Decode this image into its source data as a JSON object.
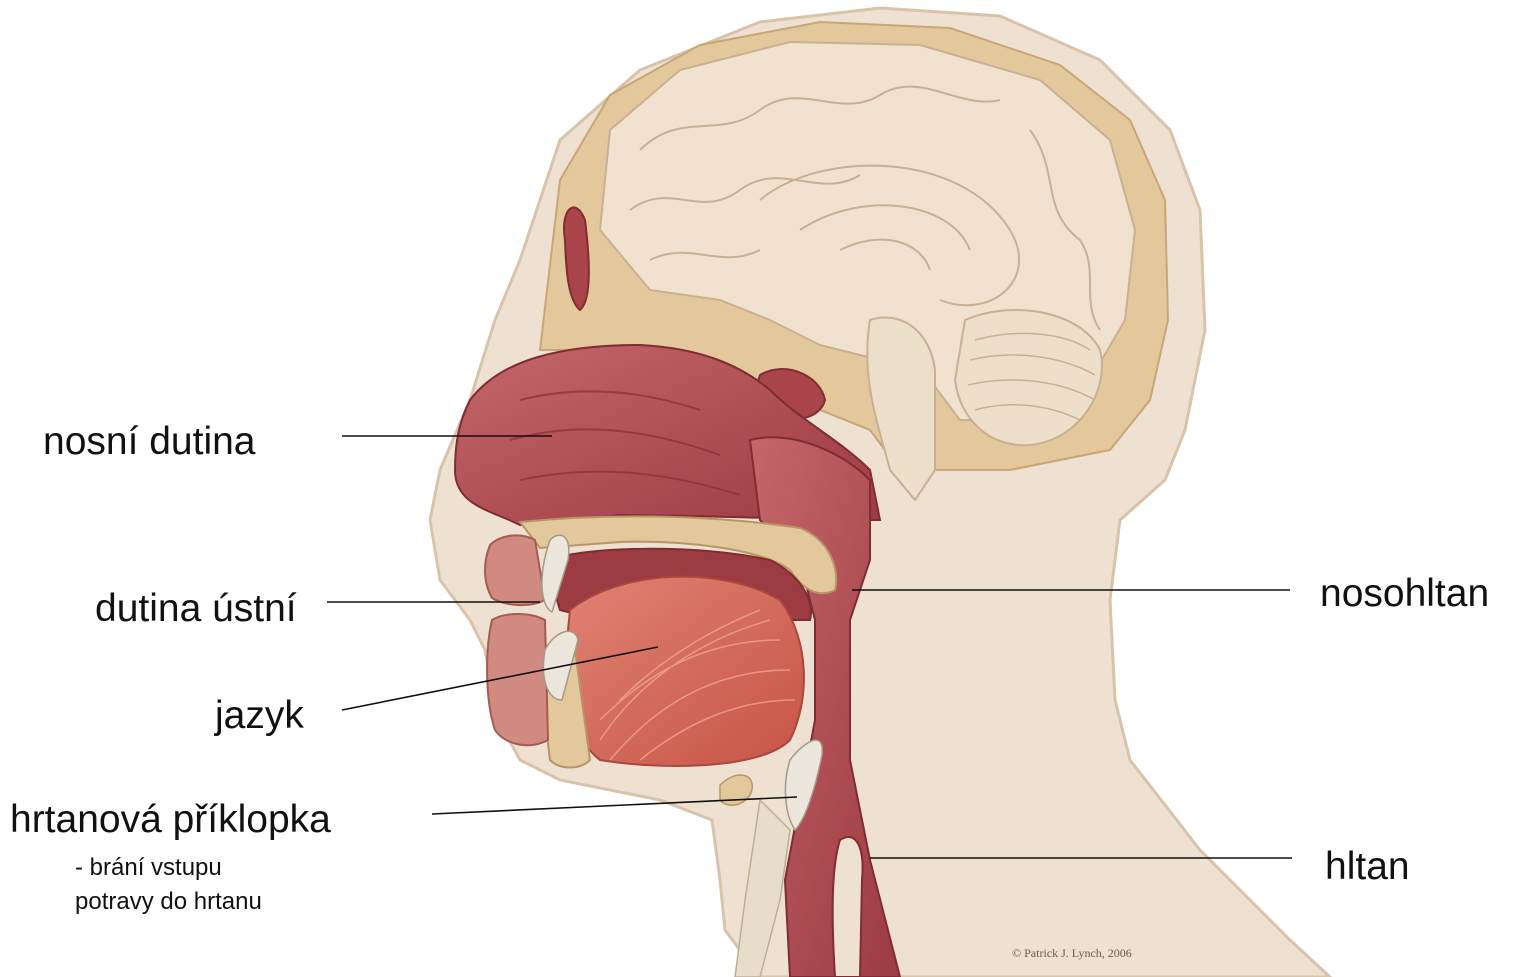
{
  "labels": {
    "nasal_cavity": "nosní dutina",
    "oral_cavity": "dutina ústní",
    "tongue": "jazyk",
    "epiglottis": "hrtanová příklopka",
    "epiglottis_note_1": "- brání vstupu",
    "epiglottis_note_2": "potravy do hrtanu",
    "nasopharynx": "nosohltan",
    "pharynx": "hltan"
  },
  "credit": "© Patrick J. Lynch, 2006",
  "colors": {
    "skin": "#eee1d1",
    "skin_edge": "#d9c3aa",
    "brain": "#f0e2cf",
    "brain_lines": "#c9b095",
    "bone": "#e2c89a",
    "mucosa": "#b8555a",
    "mucosa_dark": "#8f2f37",
    "muscle": "#d36a5c",
    "cartilage": "#ece6dc"
  }
}
